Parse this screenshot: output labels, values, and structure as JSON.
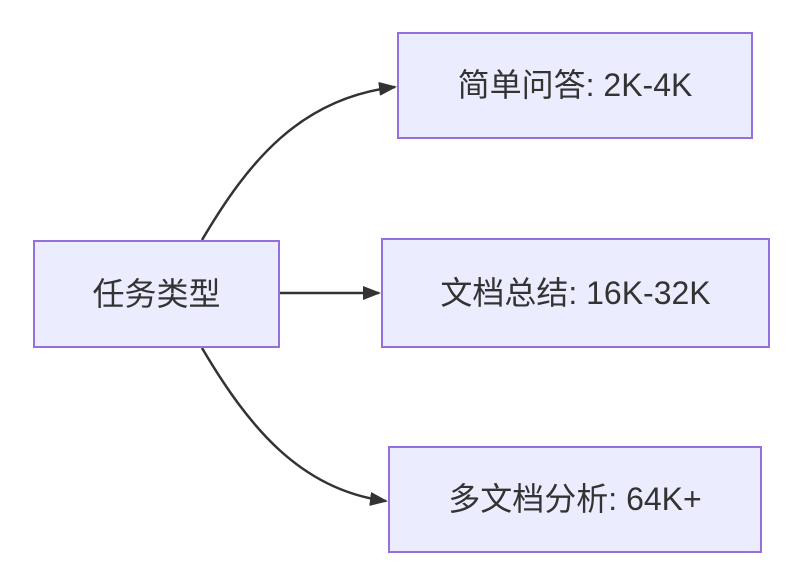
{
  "diagram": {
    "type": "flowchart-left-to-right",
    "colors": {
      "background": "#FFFFFF",
      "node_fill": "#ECECFF",
      "node_border": "#9370DB",
      "edge": "#333333",
      "text": "#333333"
    },
    "root": {
      "label": "任务类型"
    },
    "branches": [
      {
        "label": "简单问答: 2K-4K"
      },
      {
        "label": "文档总结: 16K-32K"
      },
      {
        "label": "多文档分析: 64K+"
      }
    ],
    "edges": [
      {
        "from": "任务类型",
        "to": "简单问答: 2K-4K"
      },
      {
        "from": "任务类型",
        "to": "文档总结: 16K-32K"
      },
      {
        "from": "任务类型",
        "to": "多文档分析: 64K+"
      }
    ]
  }
}
